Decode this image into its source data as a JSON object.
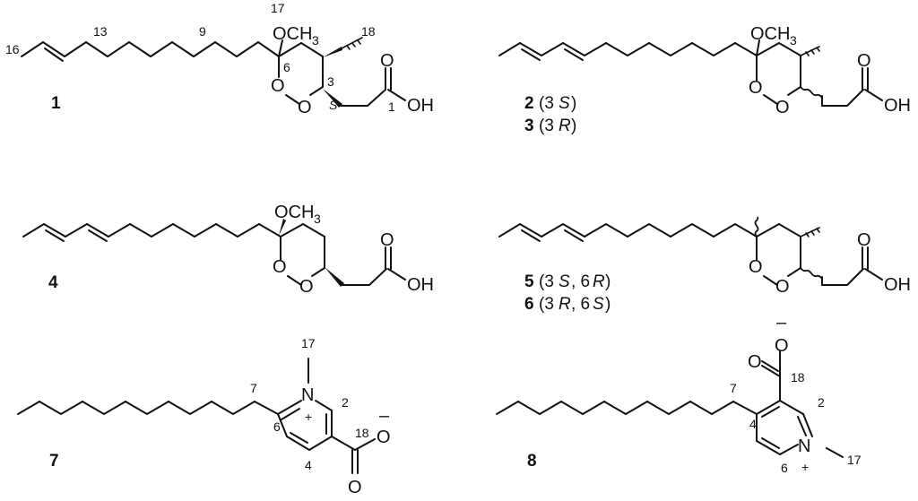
{
  "compounds": {
    "c1": {
      "number": "1",
      "atoms": {
        "och3": "OCH",
        "sub3": "3",
        "o1": "O",
        "o2": "O",
        "o3": "O",
        "oh": "OH"
      },
      "locants": {
        "n16": "16",
        "n13": "13",
        "n9": "9",
        "n17": "17",
        "n18": "18",
        "n6": "6",
        "n3": "3",
        "s": "S",
        "n1": "1"
      }
    },
    "c2": {
      "number": "2",
      "config": "(3",
      "config_s": "S",
      "config_end": ")"
    },
    "c3": {
      "number": "3",
      "config": "(3",
      "config_r": "R",
      "config_end": ")"
    },
    "c23": {
      "atoms": {
        "och3": "OCH",
        "sub3": "3",
        "o1": "O",
        "o2": "O",
        "o3": "O",
        "oh": "OH"
      }
    },
    "c4": {
      "number": "4",
      "atoms": {
        "och3": "OCH",
        "sub3": "3",
        "o1": "O",
        "o2": "O",
        "o3": "O",
        "oh": "OH"
      }
    },
    "c5": {
      "number": "5",
      "config_a": "(3",
      "config_a_l": "S",
      "config_mid": ", 6",
      "config_b_l": "R",
      "config_end": ")"
    },
    "c6": {
      "number": "6",
      "config_a": "(3",
      "config_a_l": "R",
      "config_mid": ", 6",
      "config_b_l": "S",
      "config_end": ")"
    },
    "c56": {
      "atoms": {
        "o1": "O",
        "o2": "O",
        "o3": "O",
        "oh": "OH"
      }
    },
    "c7": {
      "number": "7",
      "atoms": {
        "n": "N",
        "plus": "+",
        "o1": "O",
        "o2": "O",
        "minus": "–"
      },
      "locants": {
        "n17": "17",
        "n7": "7",
        "n6": "6",
        "n2": "2",
        "n4": "4",
        "n18": "18"
      }
    },
    "c8": {
      "number": "8",
      "atoms": {
        "n": "N",
        "plus": "+",
        "o1": "O",
        "o2": "O",
        "minus": "–"
      },
      "locants": {
        "n7": "7",
        "n18": "18",
        "n2": "2",
        "n4": "4",
        "n6": "6",
        "n17": "17"
      }
    }
  }
}
